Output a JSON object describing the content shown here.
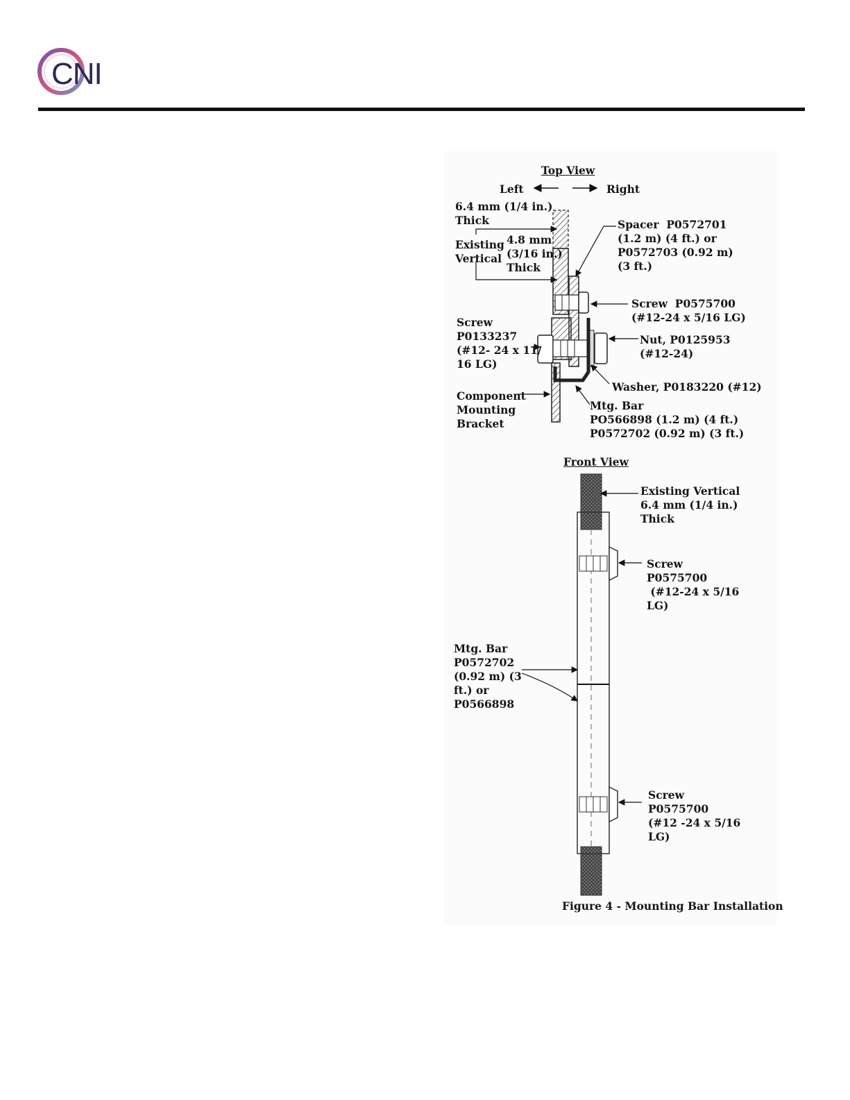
{
  "header": {
    "logo_text": "CNI",
    "logo_colors": {
      "ring_start": "#7b4fb8",
      "ring_mid": "#d9527a",
      "ring_end": "#5a9bd8",
      "text": "#2a2a55"
    }
  },
  "figure": {
    "caption": "Figure 4 - Mounting Bar Installation",
    "top_view": {
      "title": "Top View",
      "left_label": "Left",
      "right_label": "Right",
      "labels": {
        "vertical_thickness": "6.4 mm (1/4 in.)\nThick",
        "existing_vertical": "Existing\nVertical",
        "spacer_thickness": "4.8 mm\n(3/16 in.)\nThick",
        "spacer": "Spacer  P0572701\n(1.2 m) (4 ft.) or\nP0572703 (0.92 m)\n(3 ft.)",
        "screw_right": "Screw  P0575700\n(#12-24 x 5/16 LG)",
        "screw_left": "Screw\nP0133237\n(#12- 24 x 11/\n16 LG)",
        "nut": "Nut, P0125953\n(#12-24)",
        "washer": "Washer, P0183220 (#12)",
        "bracket": "Component\nMounting\nBracket",
        "mtg_bar": "Mtg. Bar\nPO566898 (1.2 m) (4 ft.)\nP0572702 (0.92 m) (3 ft.)"
      }
    },
    "front_view": {
      "title": "Front View",
      "labels": {
        "existing_vertical": "Existing Vertical\n6.4 mm (1/4 in.)\nThick",
        "screw_upper": "Screw\nP0575700\n (#12-24 x 5/16\nLG)",
        "mtg_bar": "Mtg. Bar\nP0572702\n(0.92 m) (3\nft.) or\nP0566898",
        "screw_lower": "Screw\nP0575700\n(#12 -24 x 5/16\nLG)"
      }
    }
  }
}
